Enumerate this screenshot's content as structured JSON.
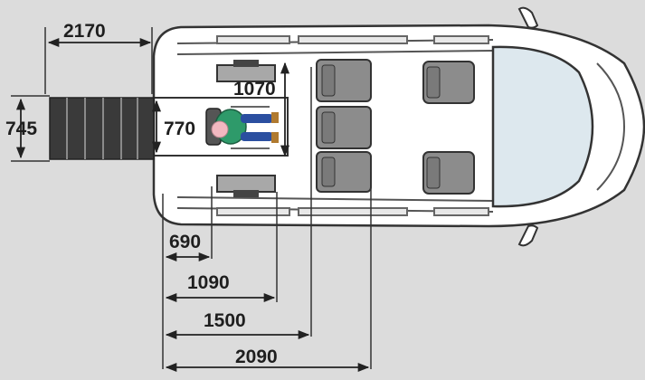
{
  "diagram": {
    "colors": {
      "background": "#dcdcdc",
      "van_body": "#ffffff",
      "outline": "#333333",
      "seat": "#8c8c8c",
      "ramp": "#3a3a3a",
      "windshield": "#dde8ee",
      "person_shirt": "#2e9a6a",
      "person_trousers": "#2b4fa0",
      "person_skin": "#f2b8c0"
    },
    "dimensions": {
      "ramp_length": "2170",
      "ramp_width": "745",
      "wheelchair_area_width": "770",
      "wheelchair_area_length": "1070",
      "to_first_mark": "690",
      "to_second_mark": "1090",
      "to_third_mark": "1500",
      "to_fourth_mark": "2090"
    }
  }
}
